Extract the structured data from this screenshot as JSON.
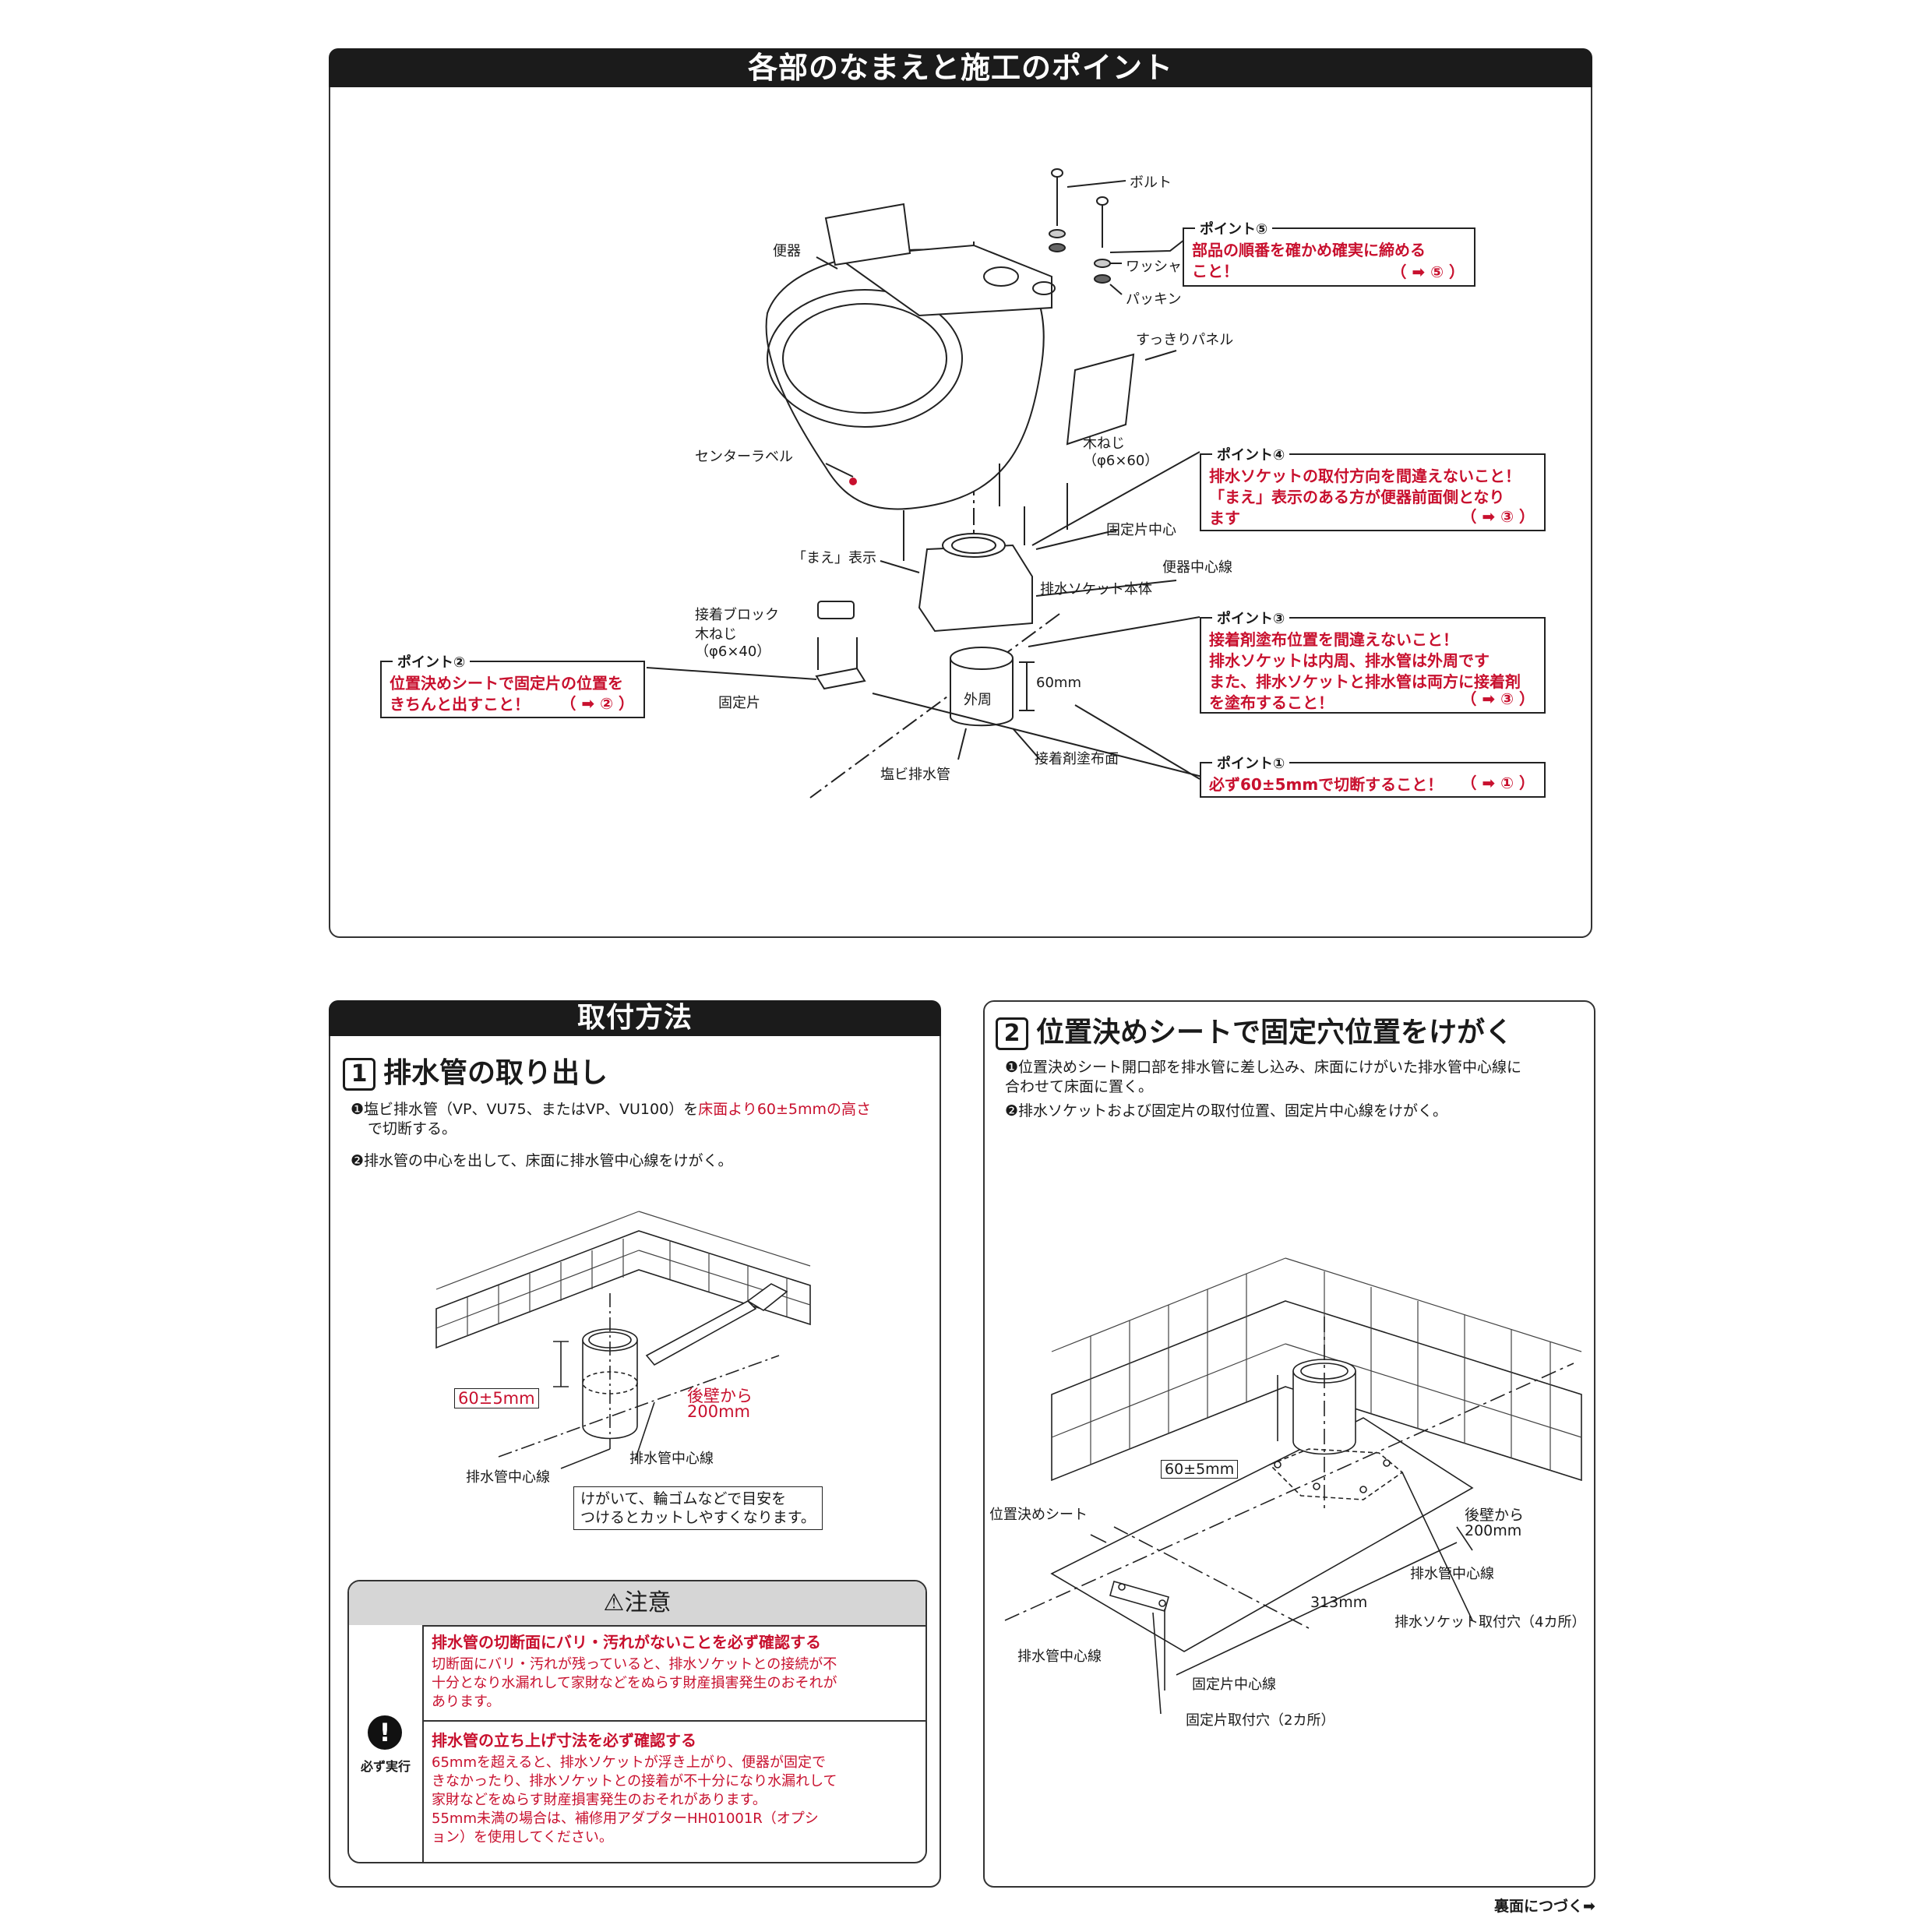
{
  "top_panel": {
    "title": "各部のなまえと施工のポイント",
    "labels": {
      "bolt": "ボルト",
      "washer": "ワッシャー",
      "packing": "パッキン",
      "toilet": "便器",
      "panel": "すっきりパネル",
      "center_label": "センターラベル",
      "wood_screw_a": "木ねじ",
      "wood_screw_a_size": "（φ6×60）",
      "fix_center": "固定片中心",
      "mae_mark": "「まえ」表示",
      "toilet_center_line": "便器中心線",
      "socket_body": "排水ソケット本体",
      "adhesive_block": "接着ブロック",
      "wood_screw_b": "木ねじ",
      "wood_screw_b_size": "（φ6×40）",
      "fix_piece": "固定片",
      "outer": "外周",
      "mm60": "60mm",
      "pvc_pipe": "塩ビ排水管",
      "adhesive_face": "接着剤塗布面"
    },
    "points": [
      {
        "title": "ポイント⑤",
        "text": "部品の順番を確かめ確実に締める\nこと！",
        "ref": "（ ➡ ⑤ ）"
      },
      {
        "title": "ポイント④",
        "text": "排水ソケットの取付方向を間違えないこと！\n「まえ」表示のある方が便器前面側となり\nます",
        "ref": "（ ➡ ③ ）"
      },
      {
        "title": "ポイント③",
        "text": "接着剤塗布位置を間違えないこと！\n排水ソケットは内周、排水管は外周です\nまた、排水ソケットと排水管は両方に接着剤\nを塗布すること！",
        "ref": "（ ➡ ③ ）"
      },
      {
        "title": "ポイント②",
        "text": "位置決めシートで固定片の位置を\nきちんと出すこと！",
        "ref": "（ ➡ ② ）"
      },
      {
        "title": "ポイント①",
        "text": "必ず60±5mmで切断すること！",
        "ref": "（ ➡ ① ）"
      }
    ]
  },
  "left_panel": {
    "title": "取付方法",
    "section_num": "1",
    "section_title": "排水管の取り出し",
    "step1_a": "❶塩ビ排水管（VP、VU75、またはVP、VU100）を",
    "step1_red": "床面より60±5mmの高さ",
    "step1_b": "で切断する。",
    "step2": "❷排水管の中心を出して、床面に排水管中心線をけがく。",
    "fig": {
      "dim": "60±5mm",
      "wall_dist_1": "後壁から",
      "wall_dist_2": "200mm",
      "center_line_a": "排水管中心線",
      "center_line_b": "排水管中心線",
      "tip": "けがいて、輪ゴムなどで目安を\nつけるとカットしやすくなります。"
    },
    "caution": {
      "title": "注意",
      "badge": "必ず実行",
      "items": [
        {
          "head": "排水管の切断面にバリ・汚れがないことを必ず確認する",
          "body": "切断面にバリ・汚れが残っていると、排水ソケットとの接続が不\n十分となり水漏れして家財などをぬらす財産損害発生のおそれが\nあります。"
        },
        {
          "head": "排水管の立ち上げ寸法を必ず確認する",
          "body": "65mmを超えると、排水ソケットが浮き上がり、便器が固定で\nきなかったり、排水ソケットとの接着が不十分になり水漏れして\n家財などをぬらす財産損害発生のおそれがあります。\n55mm未満の場合は、補修用アダプターHH01001R（オプシ\nョン）を使用してください。"
        }
      ]
    }
  },
  "right_panel": {
    "section_num": "2",
    "section_title": "位置決めシートで固定穴位置をけがく",
    "step1": "❶位置決めシート開口部を排水管に差し込み、床面にけがいた排水管中心線に\n合わせて床面に置く。",
    "step2": "❷排水ソケットおよび固定片の取付位置、固定片中心線をけがく。",
    "fig": {
      "dim": "60±5mm",
      "sheet": "位置決めシート",
      "wall_dist_1": "後壁から",
      "wall_dist_2": "200mm",
      "center_line_a": "排水管中心線",
      "mm313": "313mm",
      "socket_holes": "排水ソケット取付穴（4カ所）",
      "center_line_b": "排水管中心線",
      "fix_center": "固定片中心線",
      "fix_holes": "固定片取付穴（2カ所）"
    }
  },
  "footer": {
    "continue": "裏面につづく➡"
  }
}
